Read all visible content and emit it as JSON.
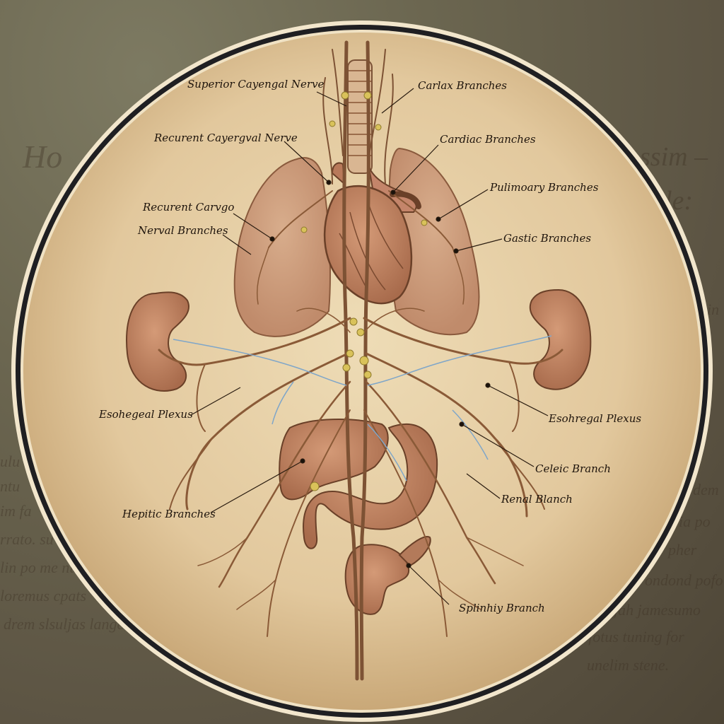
{
  "labels": {
    "superior_laryngeal": "Superior Cayengal Nerve",
    "cardiac_top": "Carlax Branches",
    "recurrent_laryngeal": "Recurent Cayergval Nerve",
    "cardiac_branches": "Cardiac Branches",
    "pulmonary_branches": "Pulimoary Branches",
    "recurrent_line1": "Recurent Carvgo",
    "recurrent_line2": "Nerval Branches",
    "gastric_branches": "Gastic Branches",
    "esophageal_left": "Esohegeal Plexus",
    "esophageal_right": "Esohregal Plexus",
    "celiac_branch": "Celeic Branch",
    "renal_branch": "Renal Blanch",
    "hepatic_branches": "Hepitic Branches",
    "splenic_branch": "Splinhiy Branch"
  },
  "background_text": {
    "left_heading": "Ho",
    "right_heading_1": "ssim –",
    "right_heading_2": "le:",
    "left_lines": [
      "ulu",
      "ntu",
      "im fa",
      "rrato. su",
      "lin po me nu",
      "loremus cpats",
      "drem slsuljas langer"
    ],
    "right_lines": [
      "in",
      "dem",
      "ia po",
      "pher",
      "ondond pofo",
      "jah jamesumo",
      "is fotus tuning for",
      "unelim stene."
    ]
  },
  "colors": {
    "parchment": "#e9d4ad",
    "parchment_edge": "#c9a878",
    "ring": "#1f1f22",
    "nerve": "#8a5a37",
    "organ": "#c58f6c",
    "vessel_blue": "#7fa6c9",
    "ganglion_yellow": "#d9c25a",
    "ink": "#1e140c"
  }
}
